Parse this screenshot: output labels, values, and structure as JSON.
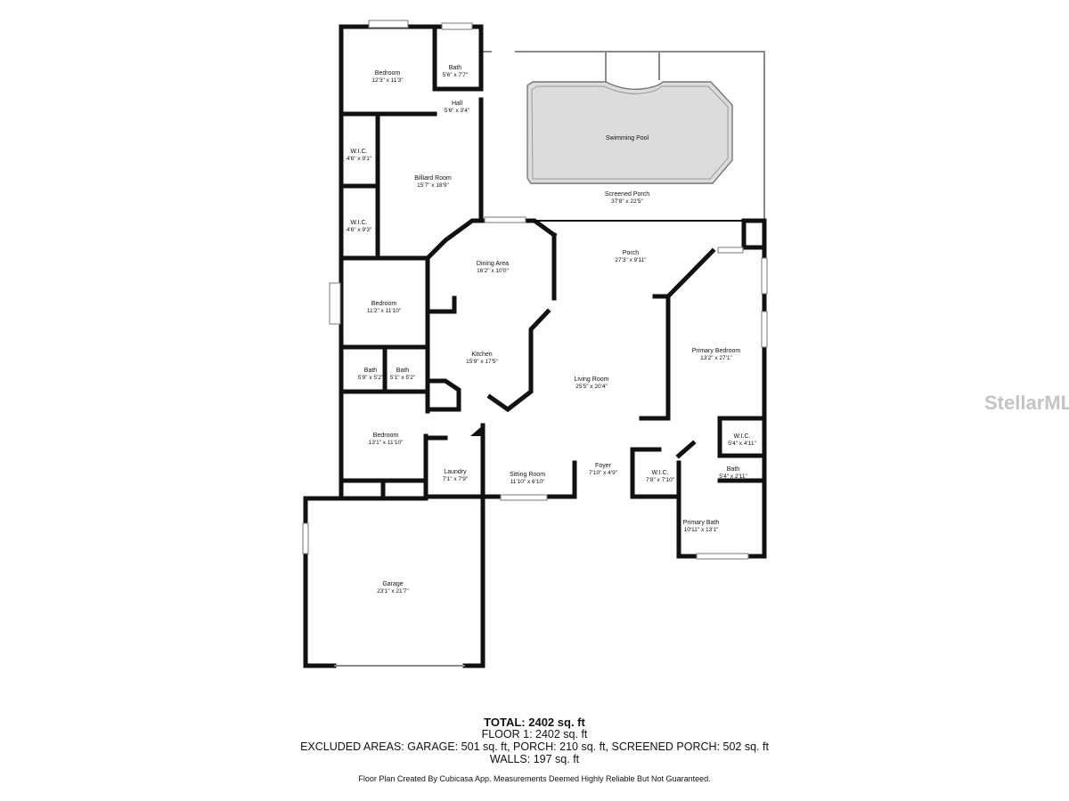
{
  "rooms": [
    {
      "name": "Bedroom",
      "dims": "12'3\" x 11'3\""
    },
    {
      "name": "Bath",
      "dims": "5'6\" x 7'7\""
    },
    {
      "name": "Hall",
      "dims": "5'6\" x 3'4\""
    },
    {
      "name": "W.I.C.",
      "dims": "4'6\" x 9'1\""
    },
    {
      "name": "Billiard Room",
      "dims": "15'7\" x 18'9\""
    },
    {
      "name": "W.I.C.",
      "dims": "4'6\" x 9'3\""
    },
    {
      "name": "Swimming Pool",
      "dims": ""
    },
    {
      "name": "Screened Porch",
      "dims": "37'8\" x 22'5\""
    },
    {
      "name": "Dining Area",
      "dims": "16'2\" x 10'0\""
    },
    {
      "name": "Porch",
      "dims": "27'3\" x 9'11\""
    },
    {
      "name": "Bedroom",
      "dims": "11'2\" x 11'10\""
    },
    {
      "name": "Primary Bedroom",
      "dims": "13'2\" x 27'1\""
    },
    {
      "name": "Kitchen",
      "dims": "15'9\" x 17'5\""
    },
    {
      "name": "Bath",
      "dims": "5'9\" x 5'2\""
    },
    {
      "name": "Bath",
      "dims": "5'1\" x 5'2\""
    },
    {
      "name": "Living Room",
      "dims": "25'5\" x 20'4\""
    },
    {
      "name": "Bedroom",
      "dims": "13'1\" x 11'10\""
    },
    {
      "name": "W.I.C.",
      "dims": "5'4\" x 4'11\""
    },
    {
      "name": "Laundry",
      "dims": "7'1\" x 7'9\""
    },
    {
      "name": "Sitting Room",
      "dims": "11'10\" x 6'10\""
    },
    {
      "name": "Foyer",
      "dims": "7'10\" x 4'9\""
    },
    {
      "name": "W.I.C.",
      "dims": "7'8\" x 7'10\""
    },
    {
      "name": "Bath",
      "dims": "5'4\" x 2'11\""
    },
    {
      "name": "Primary Bath",
      "dims": "10'11\" x 13'1\""
    },
    {
      "name": "Garage",
      "dims": "23'1\" x 21'7\""
    }
  ],
  "summary": {
    "total": "TOTAL: 2402 sq. ft",
    "floor1": "FLOOR 1: 2402 sq. ft",
    "excluded": "EXCLUDED AREAS: GARAGE: 501 sq. ft, PORCH: 210 sq. ft, SCREENED PORCH: 502 sq. ft",
    "walls": "WALLS: 197 sq. ft",
    "disclaimer": "Floor Plan Created By Cubicasa App. Measurements Deemed Highly Reliable But Not Guaranteed."
  },
  "watermark": "StellarMLS",
  "colors": {
    "wall": "#111111",
    "pool": "#dcdcdc",
    "watermark": "#c4c4c4",
    "background": "#ffffff"
  }
}
